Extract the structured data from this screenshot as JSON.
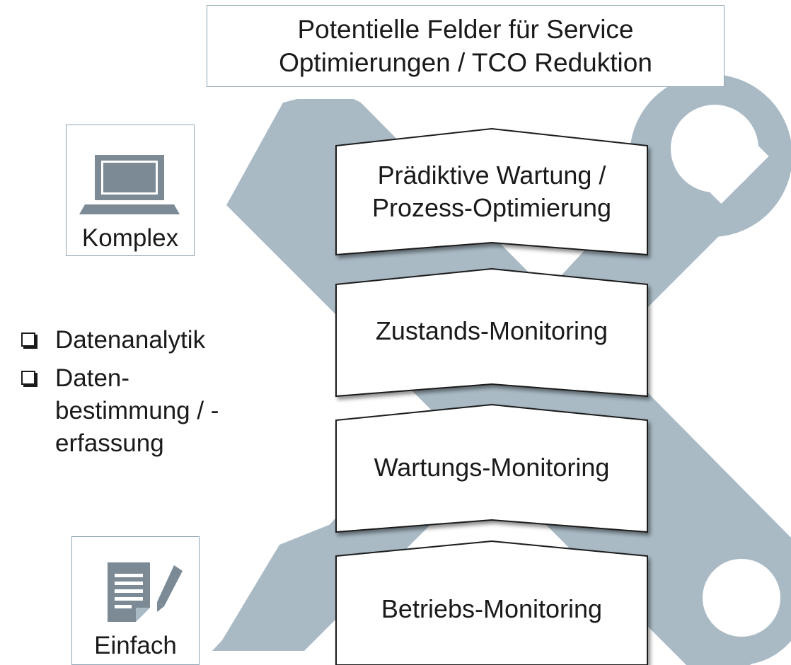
{
  "title": "Potentielle Felder für Service\nOptimierungen / TCO Reduktion",
  "levels": [
    {
      "label": "Prädiktive Wartung /\nProzess-Optimierung"
    },
    {
      "label": "Zustands-Monitoring"
    },
    {
      "label": "Wartungs-Monitoring"
    },
    {
      "label": "Betriebs-Monitoring"
    }
  ],
  "complexity": {
    "top": {
      "label": "Komplex",
      "icon": "laptop-icon"
    },
    "bottom": {
      "label": "Einfach",
      "icon": "document-pen-icon"
    }
  },
  "bullets": [
    {
      "text": "Datenanalytik"
    },
    {
      "text": "Daten-\nbestimmung / -\nerfassung"
    }
  ],
  "colors": {
    "tool_background": "#a9bac5",
    "icon": "#7b8a95",
    "border": "#8fa6b5",
    "text": "#1a1a1a"
  }
}
